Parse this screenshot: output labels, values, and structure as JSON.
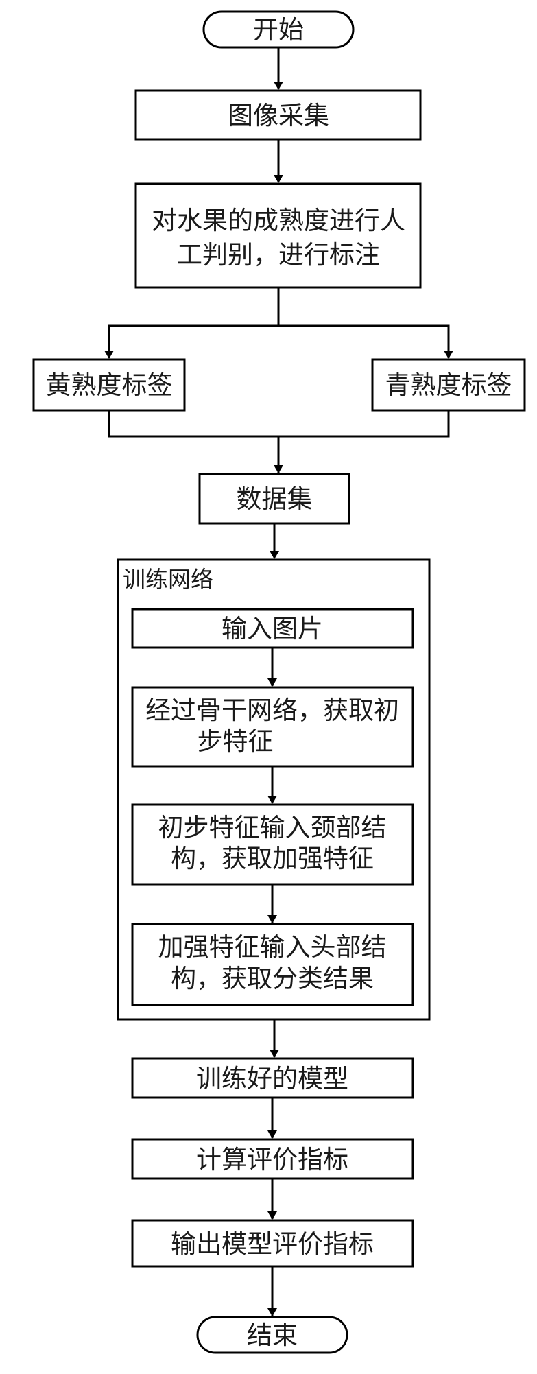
{
  "flowchart": {
    "start": "开始",
    "image_capture": "图像采集",
    "manual_judgement": [
      "对水果的成熟度进行人",
      "工判别，进行标注"
    ],
    "yellow_label": "黄熟度标签",
    "green_label": "青熟度标签",
    "dataset": "数据集",
    "training_group_title": "训练网络",
    "input_image": "输入图片",
    "backbone_step": [
      "经过骨干网络，获取初",
      "步特征"
    ],
    "neck_step": [
      "初步特征输入颈部结",
      "构，获取加强特征"
    ],
    "head_step": [
      "加强特征输入头部结",
      "构，获取分类结果"
    ],
    "trained_model": "训练好的模型",
    "compute_metrics": "计算评价指标",
    "output_metrics": "输出模型评价指标",
    "end": "结束"
  }
}
